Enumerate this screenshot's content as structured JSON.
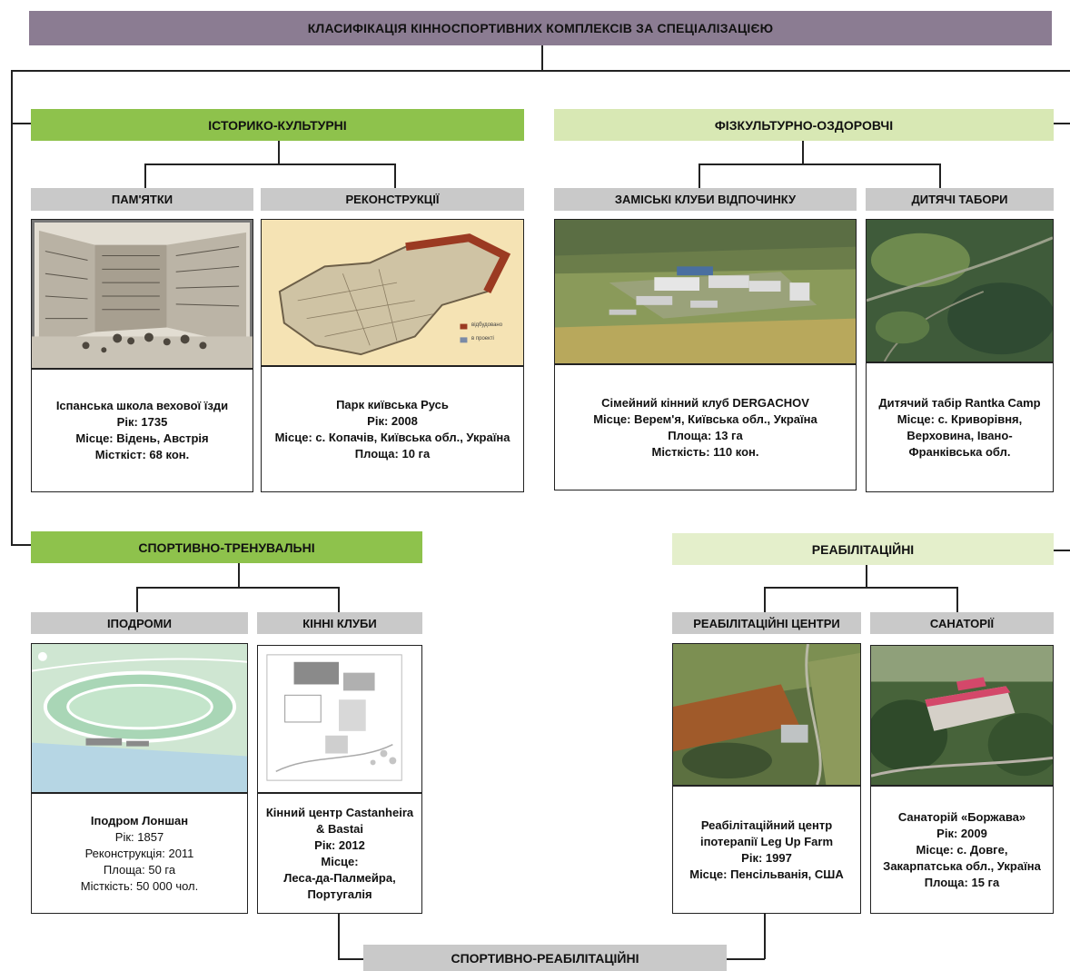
{
  "title": "КЛАСИФІКАЦІЯ КІННОСПОРТИВНИХ КОМПЛЕКСІВ ЗА СПЕЦІАЛІЗАЦІЄЮ",
  "colors": {
    "title_bg": "#8b7c92",
    "category_dark": "#8ec24c",
    "category_light": "#d8e8b4",
    "subcategory": "#c9c9c9",
    "reconstruction_bg": "#f5e3b4",
    "brick": "#9b3a22"
  },
  "categories": [
    {
      "label": "ІСТОРИКО-КУЛЬТУРНІ",
      "subs": [
        {
          "label": "ПАМ'ЯТКИ",
          "image": "engraving-courtyard",
          "name": "Іспанська школа вехової їзди",
          "lines": [
            "Рік: 1735",
            "Місце: Відень, Австрія",
            "Місткіст: 68 кон."
          ]
        },
        {
          "label": "РЕКОНСТРУКЦІЇ",
          "image": "fortress-plan",
          "legend": [
            "відбудовано",
            "в проекті"
          ],
          "name": "Парк київська Русь",
          "lines": [
            "Рік: 2008",
            "Місце: с. Копачів, Київська обл., Україна",
            "Площа: 10 га"
          ]
        }
      ]
    },
    {
      "label": "ФІЗКУЛЬТУРНО-ОЗДОРОВЧІ",
      "subs": [
        {
          "label": "ЗАМІСЬКІ КЛУБИ ВІДПОЧИНКУ",
          "image": "aerial-club",
          "name": "Сімейний кінний клуб DERGACHOV",
          "lines": [
            "Місце: Верем'я, Київська обл., Україна",
            "Площа: 13 га",
            "Місткість: 110 кон."
          ]
        },
        {
          "label": "ДИТЯЧІ ТАБОРИ",
          "image": "aerial-forest",
          "name": "Дитячий табір Rantka Camp",
          "lines": [
            "Місце: с. Криворівня, Верховина, Івано-Франківська обл."
          ]
        }
      ]
    },
    {
      "label": "СПОРТИВНО-ТРЕНУВАЛЬНІ",
      "subs": [
        {
          "label": "ІПОДРОМИ",
          "image": "racecourse-map",
          "name": "Іподром Лоншан",
          "lines": [
            "Рік: 1857",
            "Реконструкція: 2011",
            "Площа: 50 га",
            "Місткість: 50 000 чол."
          ]
        },
        {
          "label": "КІННІ КЛУБИ",
          "image": "site-plan",
          "name": "Кінний центр Castanheira & Bastai",
          "lines": [
            "Рік: 2012",
            "Місце:",
            "Леса-да-Палмейра, Португалія"
          ]
        }
      ]
    },
    {
      "label": "РЕАБІЛІТАЦІЙНІ",
      "subs": [
        {
          "label": "РЕАБІЛІТАЦІЙНІ ЦЕНТРИ",
          "image": "aerial-farm",
          "name": "Реабілітаційний центр іпотерапії Leg Up Farm",
          "lines": [
            "Рік: 1997",
            "Місце: Пенсільванія, США"
          ]
        },
        {
          "label": "САНАТОРІЇ",
          "image": "sanatorium",
          "name": "Санаторій «Боржава»",
          "lines": [
            "Рік: 2009",
            "Місце: с. Довге, Закарпатська обл., Україна",
            "Площа: 15 га"
          ]
        }
      ]
    }
  ],
  "bottom": "СПОРТИВНО-РЕАБІЛІТАЦІЙНІ"
}
